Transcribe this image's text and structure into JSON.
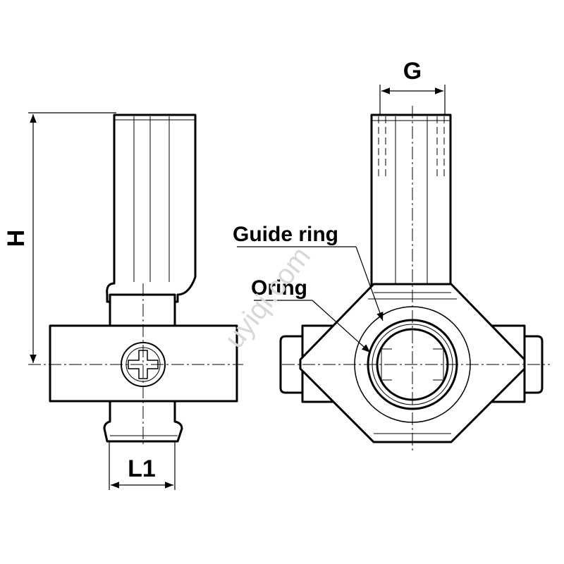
{
  "dimensions": {
    "height_label": "H",
    "length_label": "L1",
    "thread_label": "G"
  },
  "callouts": {
    "guide_ring": "Guide ring",
    "oring": "Oring"
  },
  "watermark": "uyiqi.com",
  "colors": {
    "line": "#000000",
    "background": "#ffffff",
    "watermark": "#d8d8d8"
  }
}
